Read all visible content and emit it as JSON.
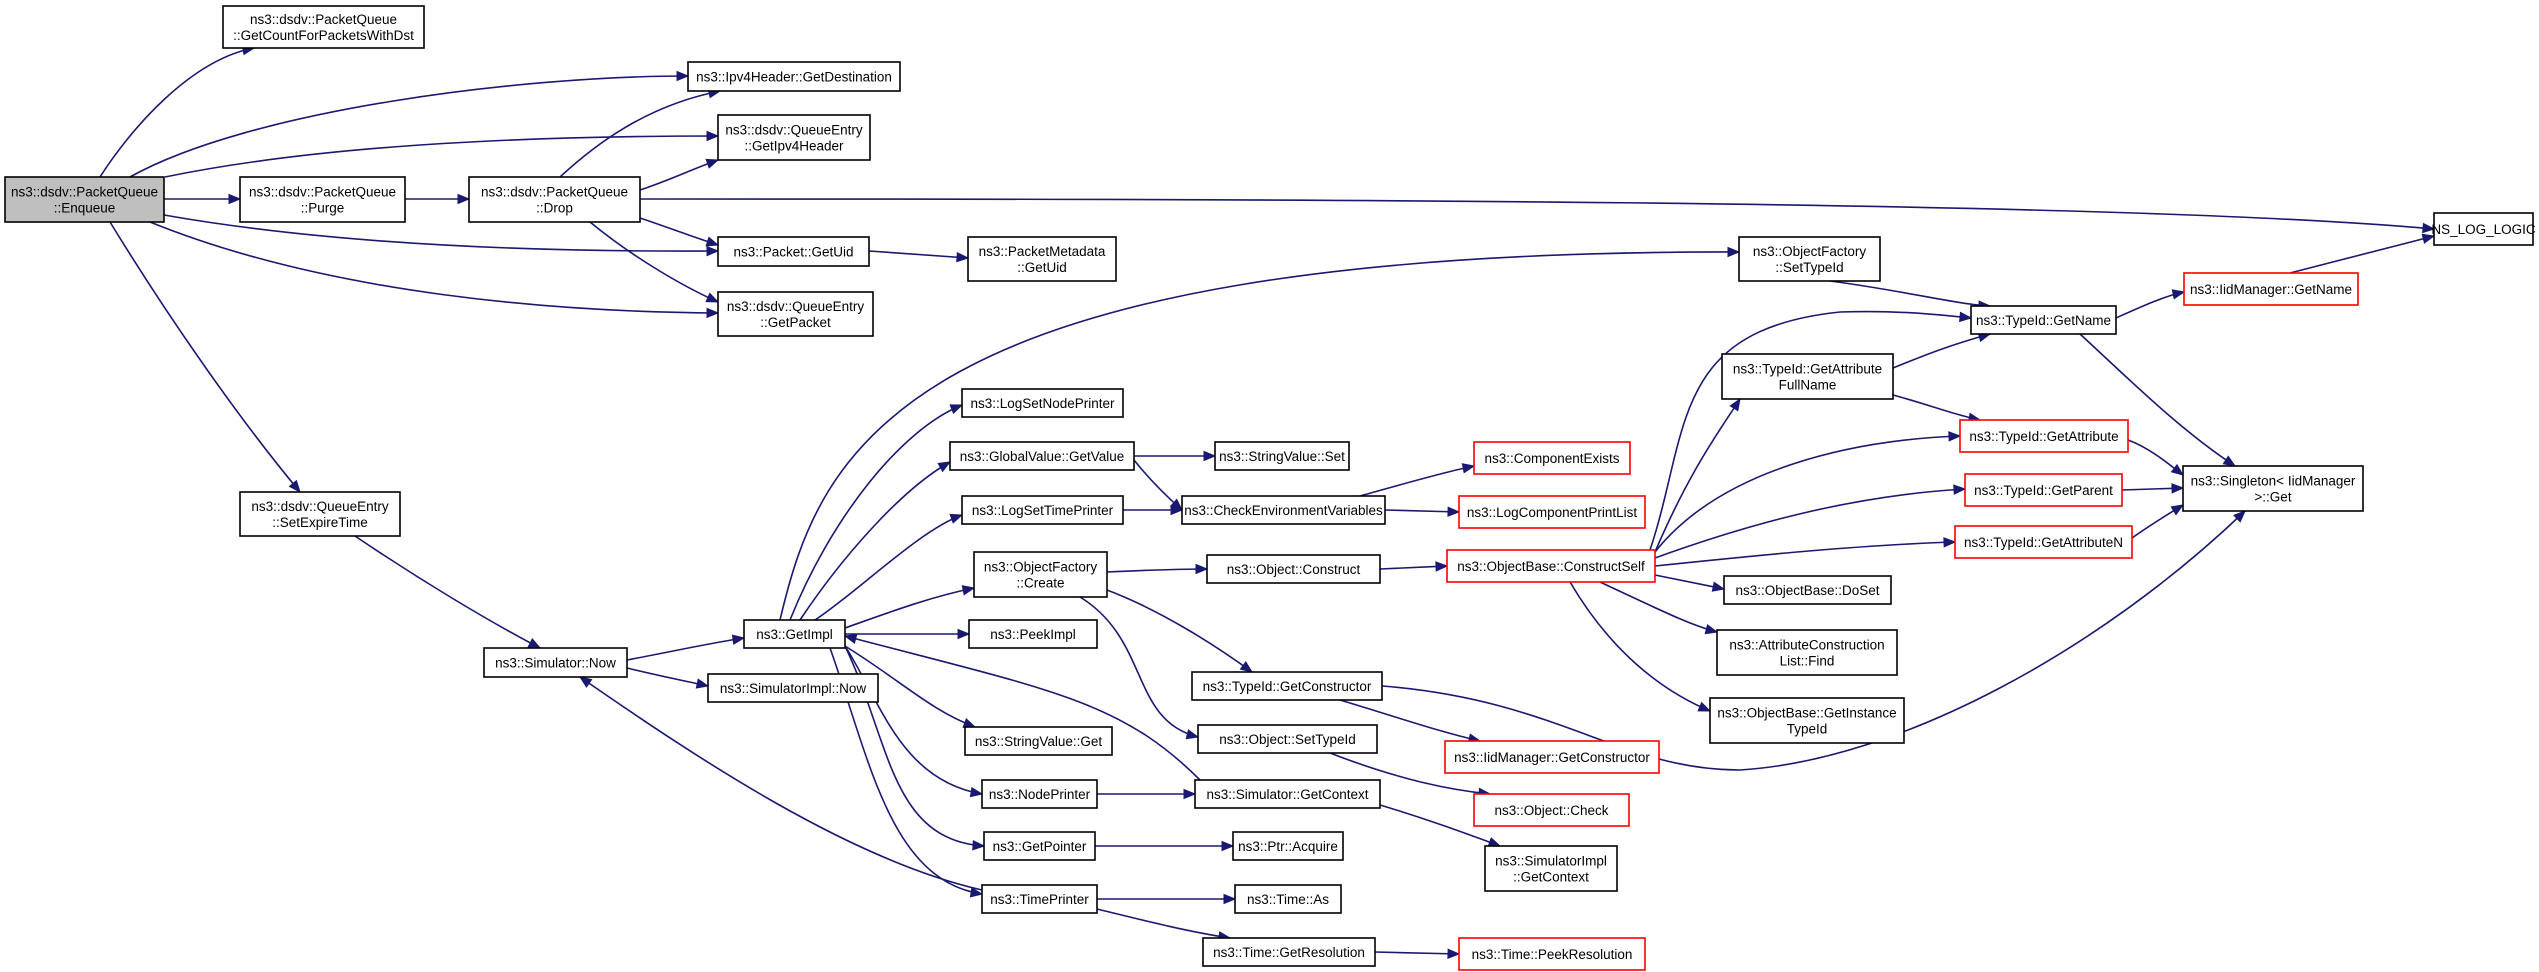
{
  "graph": {
    "title": "Call graph of ns3::dsdv::PacketQueue::Enqueue",
    "edge_color": "#191970",
    "highlight_color": "#bfbfbf",
    "truncated_border_color": "#ff0000",
    "nodes": [
      {
        "id": "enqueue",
        "lines": [
          "ns3::dsdv::PacketQueue",
          "::Enqueue"
        ],
        "root": true
      },
      {
        "id": "getcount",
        "lines": [
          "ns3::dsdv::PacketQueue",
          "::GetCountForPacketsWithDst"
        ]
      },
      {
        "id": "ipv4getdest",
        "lines": [
          "ns3::Ipv4Header::GetDestination"
        ]
      },
      {
        "id": "getipv4header",
        "lines": [
          "ns3::dsdv::QueueEntry",
          "::GetIpv4Header"
        ]
      },
      {
        "id": "purge",
        "lines": [
          "ns3::dsdv::PacketQueue",
          "::Purge"
        ]
      },
      {
        "id": "drop",
        "lines": [
          "ns3::dsdv::PacketQueue",
          "::Drop"
        ]
      },
      {
        "id": "nslog",
        "lines": [
          "NS_LOG_LOGIC"
        ]
      },
      {
        "id": "getuid",
        "lines": [
          "ns3::Packet::GetUid"
        ]
      },
      {
        "id": "pmgetuid",
        "lines": [
          "ns3::PacketMetadata",
          "::GetUid"
        ]
      },
      {
        "id": "getpacket",
        "lines": [
          "ns3::dsdv::QueueEntry",
          "::GetPacket"
        ]
      },
      {
        "id": "ofsettypeid",
        "lines": [
          "ns3::ObjectFactory",
          "::SetTypeId"
        ]
      },
      {
        "id": "typeidgetname",
        "lines": [
          "ns3::TypeId::GetName"
        ]
      },
      {
        "id": "iidgetname",
        "lines": [
          "ns3::IidManager::GetName"
        ],
        "truncated": true
      },
      {
        "id": "getattrfull",
        "lines": [
          "ns3::TypeId::GetAttribute",
          "FullName"
        ]
      },
      {
        "id": "logsetnode",
        "lines": [
          "ns3::LogSetNodePrinter"
        ]
      },
      {
        "id": "gvgetvalue",
        "lines": [
          "ns3::GlobalValue::GetValue"
        ]
      },
      {
        "id": "svset",
        "lines": [
          "ns3::StringValue::Set"
        ]
      },
      {
        "id": "compexists",
        "lines": [
          "ns3::ComponentExists"
        ],
        "truncated": true
      },
      {
        "id": "getattribute",
        "lines": [
          "ns3::TypeId::GetAttribute"
        ],
        "truncated": true
      },
      {
        "id": "singletonget",
        "lines": [
          "ns3::Singleton< IidManager",
          ">::Get"
        ]
      },
      {
        "id": "setexpire",
        "lines": [
          "ns3::dsdv::QueueEntry",
          "::SetExpireTime"
        ]
      },
      {
        "id": "logsettime",
        "lines": [
          "ns3::LogSetTimePrinter"
        ]
      },
      {
        "id": "checkenv",
        "lines": [
          "ns3::CheckEnvironmentVariables"
        ]
      },
      {
        "id": "logcomplist",
        "lines": [
          "ns3::LogComponentPrintList"
        ],
        "truncated": true
      },
      {
        "id": "getparent",
        "lines": [
          "ns3::TypeId::GetParent"
        ],
        "truncated": true
      },
      {
        "id": "getattributen",
        "lines": [
          "ns3::TypeId::GetAttributeN"
        ],
        "truncated": true
      },
      {
        "id": "ofcreate",
        "lines": [
          "ns3::ObjectFactory",
          "::Create"
        ]
      },
      {
        "id": "objconstruct",
        "lines": [
          "ns3::Object::Construct"
        ]
      },
      {
        "id": "constructself",
        "lines": [
          "ns3::ObjectBase::ConstructSelf"
        ],
        "truncated": true
      },
      {
        "id": "doset",
        "lines": [
          "ns3::ObjectBase::DoSet"
        ]
      },
      {
        "id": "getimpl",
        "lines": [
          "ns3::GetImpl"
        ]
      },
      {
        "id": "peekimpl",
        "lines": [
          "ns3::PeekImpl"
        ]
      },
      {
        "id": "simnow",
        "lines": [
          "ns3::Simulator::Now"
        ]
      },
      {
        "id": "acfind",
        "lines": [
          "ns3::AttributeConstruction",
          "List::Find"
        ]
      },
      {
        "id": "simimplnow",
        "lines": [
          "ns3::SimulatorImpl::Now"
        ]
      },
      {
        "id": "getconstructor",
        "lines": [
          "ns3::TypeId::GetConstructor"
        ]
      },
      {
        "id": "getinstancetypeid",
        "lines": [
          "ns3::ObjectBase::GetInstance",
          "TypeId"
        ]
      },
      {
        "id": "svget",
        "lines": [
          "ns3::StringValue::Get"
        ]
      },
      {
        "id": "objsettypeid",
        "lines": [
          "ns3::Object::SetTypeId"
        ]
      },
      {
        "id": "iidgetconstructor",
        "lines": [
          "ns3::IidManager::GetConstructor"
        ],
        "truncated": true
      },
      {
        "id": "nodeprinter",
        "lines": [
          "ns3::NodePrinter"
        ]
      },
      {
        "id": "simgetcontext",
        "lines": [
          "ns3::Simulator::GetContext"
        ]
      },
      {
        "id": "objcheck",
        "lines": [
          "ns3::Object::Check"
        ],
        "truncated": true
      },
      {
        "id": "getpointer",
        "lines": [
          "ns3::GetPointer"
        ]
      },
      {
        "id": "ptracquire",
        "lines": [
          "ns3::Ptr::Acquire"
        ]
      },
      {
        "id": "simimplgetcontext",
        "lines": [
          "ns3::SimulatorImpl",
          "::GetContext"
        ]
      },
      {
        "id": "timeprinter",
        "lines": [
          "ns3::TimePrinter"
        ]
      },
      {
        "id": "timeas",
        "lines": [
          "ns3::Time::As"
        ]
      },
      {
        "id": "timegetres",
        "lines": [
          "ns3::Time::GetResolution"
        ]
      },
      {
        "id": "timepeekres",
        "lines": [
          "ns3::Time::PeekResolution"
        ],
        "truncated": true
      }
    ],
    "edges": [
      [
        "enqueue",
        "getcount"
      ],
      [
        "enqueue",
        "ipv4getdest"
      ],
      [
        "enqueue",
        "getipv4header"
      ],
      [
        "enqueue",
        "purge"
      ],
      [
        "enqueue",
        "getuid"
      ],
      [
        "enqueue",
        "getpacket"
      ],
      [
        "enqueue",
        "setexpire"
      ],
      [
        "purge",
        "drop"
      ],
      [
        "drop",
        "ipv4getdest"
      ],
      [
        "drop",
        "getipv4header"
      ],
      [
        "drop",
        "nslog"
      ],
      [
        "drop",
        "getuid"
      ],
      [
        "drop",
        "getpacket"
      ],
      [
        "getuid",
        "pmgetuid"
      ],
      [
        "setexpire",
        "simnow"
      ],
      [
        "simnow",
        "getimpl"
      ],
      [
        "simnow",
        "simimplnow"
      ],
      [
        "getimpl",
        "ofsettypeid"
      ],
      [
        "getimpl",
        "logsetnode"
      ],
      [
        "getimpl",
        "gvgetvalue"
      ],
      [
        "getimpl",
        "logsettime"
      ],
      [
        "getimpl",
        "ofcreate"
      ],
      [
        "getimpl",
        "peekimpl"
      ],
      [
        "getimpl",
        "svget"
      ],
      [
        "getimpl",
        "nodeprinter"
      ],
      [
        "getimpl",
        "getpointer"
      ],
      [
        "getimpl",
        "timeprinter"
      ],
      [
        "ofsettypeid",
        "typeidgetname"
      ],
      [
        "typeidgetname",
        "iidgetname"
      ],
      [
        "typeidgetname",
        "singletonget"
      ],
      [
        "iidgetname",
        "nslog"
      ],
      [
        "getattrfull",
        "typeidgetname"
      ],
      [
        "getattrfull",
        "getattribute"
      ],
      [
        "gvgetvalue",
        "svset"
      ],
      [
        "gvgetvalue",
        "checkenv"
      ],
      [
        "logsettime",
        "checkenv"
      ],
      [
        "checkenv",
        "compexists"
      ],
      [
        "checkenv",
        "logcomplist"
      ],
      [
        "ofcreate",
        "objconstruct"
      ],
      [
        "ofcreate",
        "getconstructor"
      ],
      [
        "ofcreate",
        "objsettypeid"
      ],
      [
        "objconstruct",
        "constructself"
      ],
      [
        "constructself",
        "typeidgetname"
      ],
      [
        "constructself",
        "getattrfull"
      ],
      [
        "constructself",
        "getattribute"
      ],
      [
        "constructself",
        "getparent"
      ],
      [
        "constructself",
        "getattributen"
      ],
      [
        "constructself",
        "doset"
      ],
      [
        "constructself",
        "acfind"
      ],
      [
        "constructself",
        "getinstancetypeid"
      ],
      [
        "getattribute",
        "singletonget"
      ],
      [
        "getparent",
        "singletonget"
      ],
      [
        "getattributen",
        "singletonget"
      ],
      [
        "getconstructor",
        "iidgetconstructor"
      ],
      [
        "getconstructor",
        "singletonget"
      ],
      [
        "objsettypeid",
        "objcheck"
      ],
      [
        "nodeprinter",
        "simgetcontext"
      ],
      [
        "simgetcontext",
        "getimpl"
      ],
      [
        "simgetcontext",
        "simimplgetcontext"
      ],
      [
        "getpointer",
        "ptracquire"
      ],
      [
        "timeprinter",
        "simnow"
      ],
      [
        "timeprinter",
        "timeas"
      ],
      [
        "timeprinter",
        "timegetres"
      ],
      [
        "timegetres",
        "timepeekres"
      ]
    ]
  }
}
